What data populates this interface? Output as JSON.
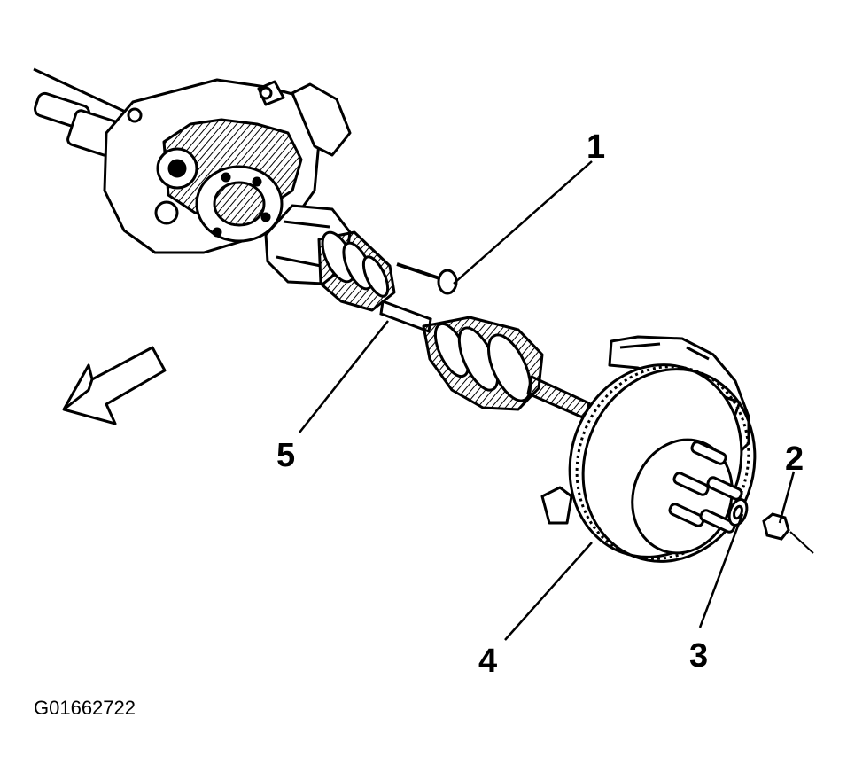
{
  "callouts": [
    {
      "id": "1",
      "label": "1"
    },
    {
      "id": "2",
      "label": "2"
    },
    {
      "id": "3",
      "label": "3"
    },
    {
      "id": "4",
      "label": "4"
    },
    {
      "id": "5",
      "label": "5"
    }
  ],
  "figure_id": "G01662722",
  "colors": {
    "ink": "#000000",
    "paper": "#ffffff"
  }
}
